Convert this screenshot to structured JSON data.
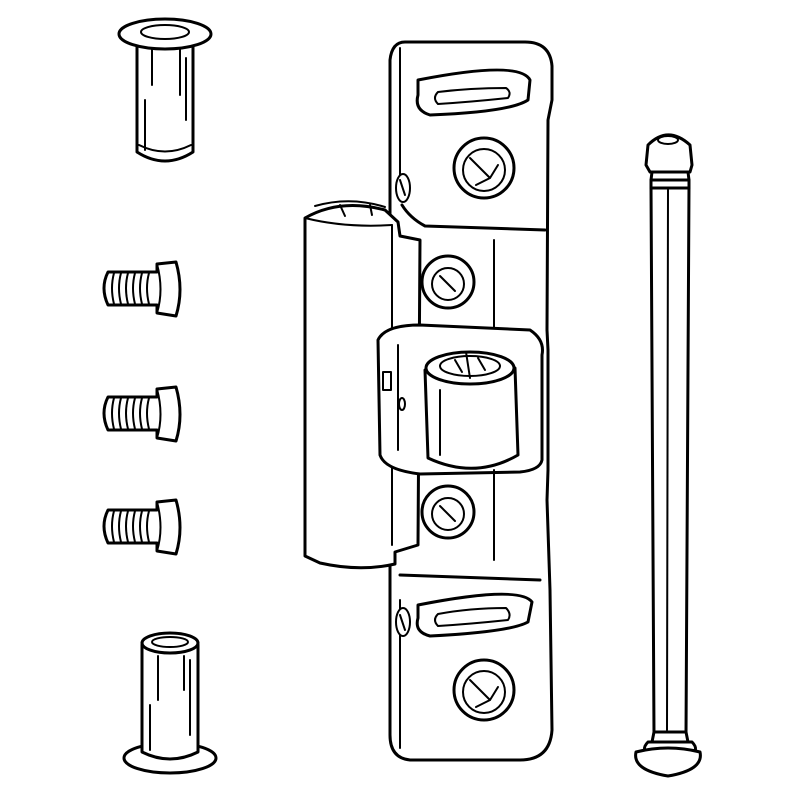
{
  "diagram": {
    "background": "#ffffff",
    "line_color": "#000000",
    "parts": [
      {
        "name": "bushing-top",
        "count": 1
      },
      {
        "name": "countersunk-screw",
        "count": 3
      },
      {
        "name": "bushing-bottom",
        "count": 1
      },
      {
        "name": "hinge-bracket",
        "count": 1
      },
      {
        "name": "hinge-pin",
        "count": 1
      }
    ]
  }
}
